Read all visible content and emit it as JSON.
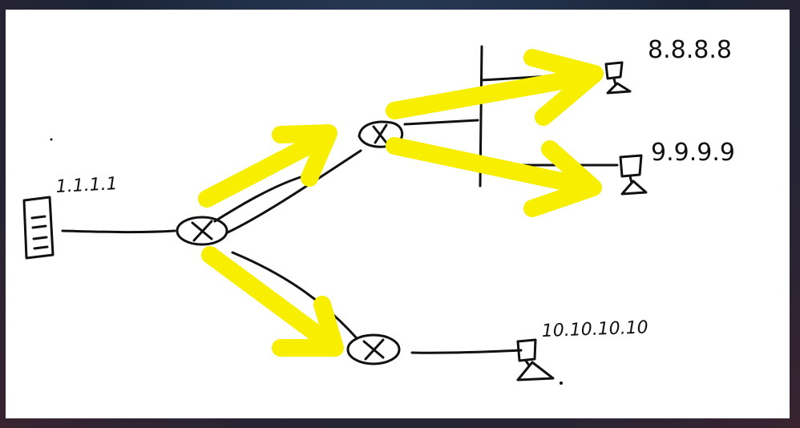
{
  "labels": {
    "source_ip": "1.1.1.1",
    "dest_top_ip": "8.8.8.8",
    "dest_mid_ip": "9.9.9.9",
    "dest_bottom_ip": "10.10.10.10"
  },
  "colors": {
    "ink": "#111111",
    "arrow": "#f7ee00",
    "board": "#ffffff"
  }
}
